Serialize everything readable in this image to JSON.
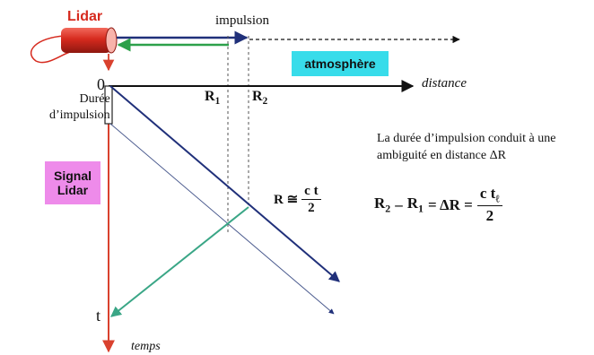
{
  "labels": {
    "lidar": "Lidar",
    "impulsion": "impulsion",
    "atmosphere": "atmosphère",
    "origin": "0",
    "distance": "distance",
    "r1_base": "R",
    "r1_sub": "1",
    "r2_base": "R",
    "r2_sub": "2",
    "duree_line1": "Durée",
    "duree_line2": "d’impulsion",
    "signal_line1": "Signal",
    "signal_line2": "Lidar",
    "t": "t",
    "temps": "temps"
  },
  "note": {
    "line1": "La durée d’impulsion conduit à une",
    "line2": "ambiguité en distance ΔR"
  },
  "formula_range": {
    "lhs": "R ≅",
    "num": "c t",
    "den": "2"
  },
  "formula_ambiguity": {
    "r2": "R",
    "r2_sub": "2",
    "minus": "–",
    "r1": "R",
    "r1_sub": "1",
    "equals1": "= ΔR =",
    "num": "c t",
    "num_sub": "ℓ",
    "den": "2"
  },
  "colors": {
    "lidar_red": "#d62a1e",
    "axis_red": "#d9412e",
    "navy": "#20307a",
    "green": "#2ca04a",
    "teal_return": "#3aa686",
    "atmosphere_bg": "#38dcea",
    "signal_bg": "#ee8bea"
  }
}
